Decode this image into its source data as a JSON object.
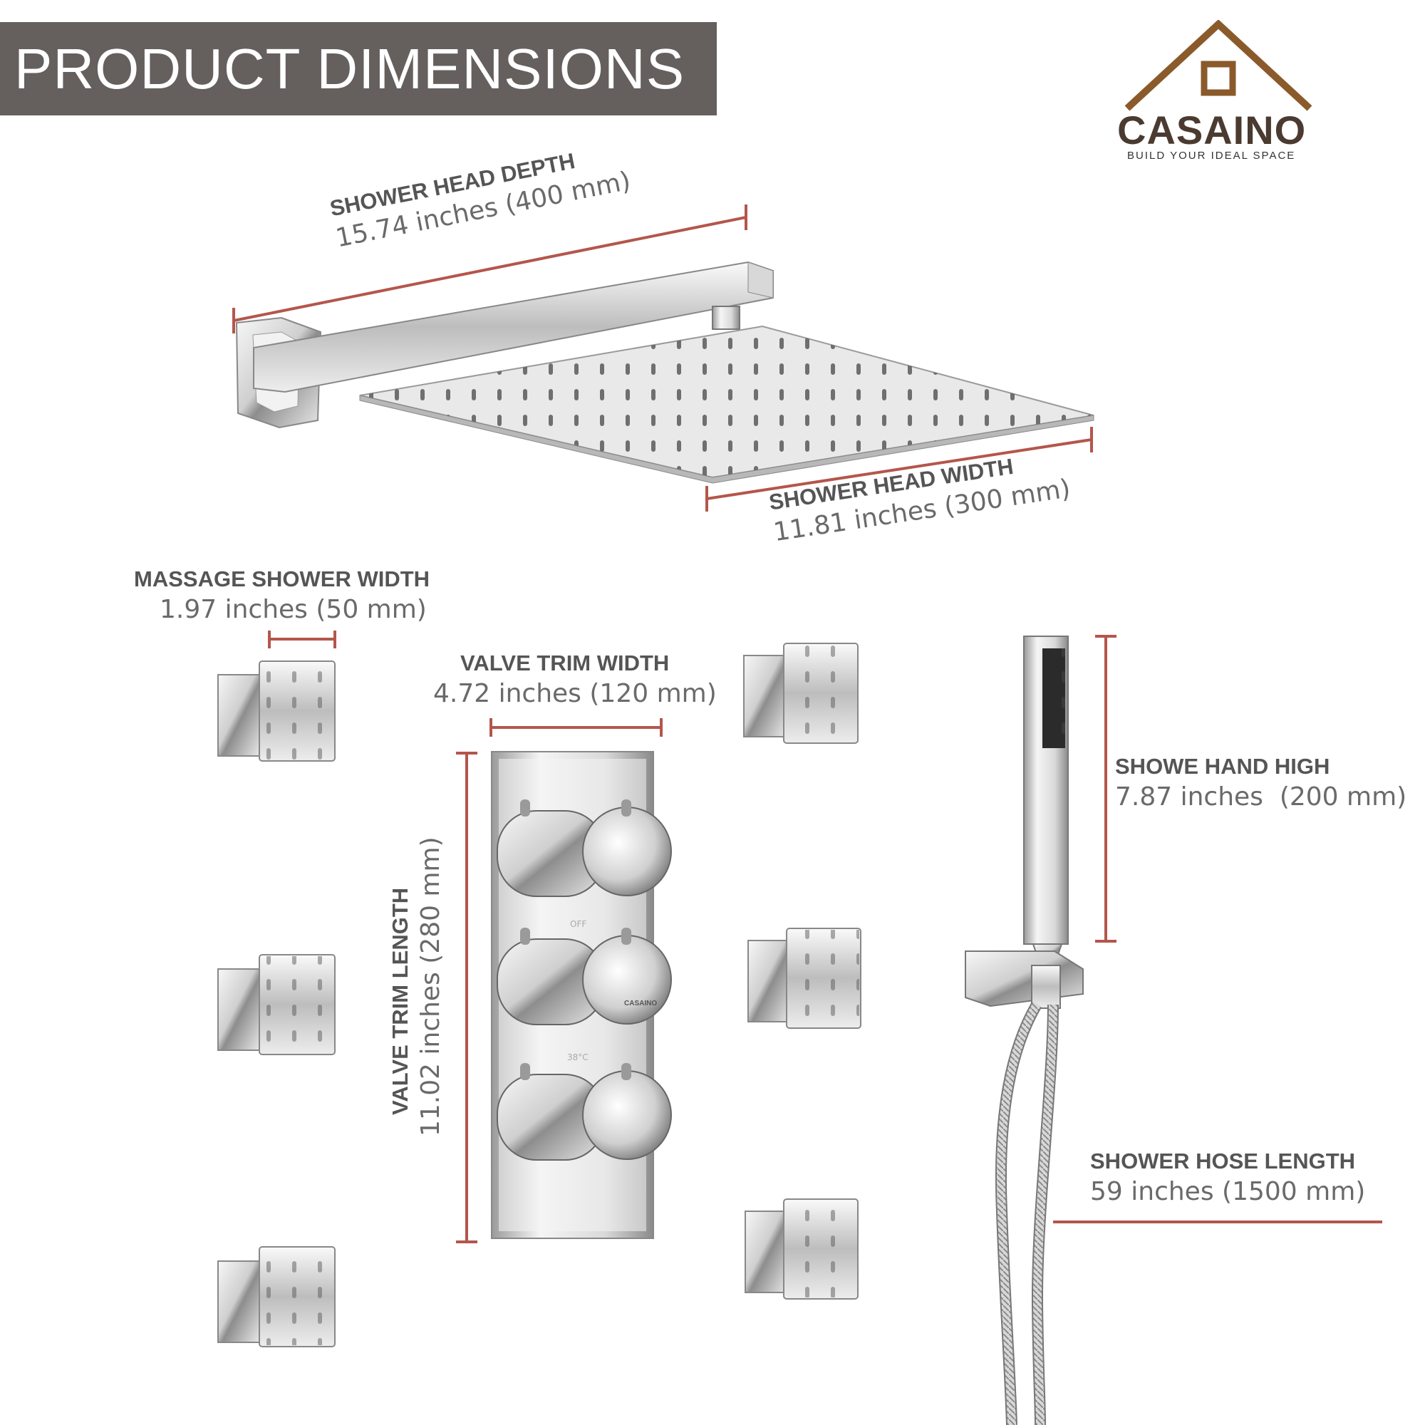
{
  "banner": {
    "title": "PRODUCT DIMENSIONS",
    "bg_color": "#655f5e",
    "text_color": "#ffffff"
  },
  "logo": {
    "name": "CASAINO",
    "tagline": "BUILD YOUR IDEAL SPACE",
    "brand_color": "#8b5a2b"
  },
  "dimension_line_color": "#b4564b",
  "dimensions": {
    "head_depth": {
      "label": "SHOWER HEAD DEPTH",
      "value": "15.74 inches (400 mm)"
    },
    "head_width": {
      "label": "SHOWER HEAD WIDTH",
      "value": "11.81 inches (300 mm)"
    },
    "massage_width": {
      "label": "MASSAGE SHOWER WIDTH",
      "value": "1.97 inches (50 mm)"
    },
    "valve_width": {
      "label": "VALVE TRIM WIDTH",
      "value": "4.72 inches (120 mm)"
    },
    "valve_length": {
      "label": "VALVE TRIM LENGTH",
      "value": "11.02 inches (280 mm)"
    },
    "hand_high": {
      "label": "SHOWE HAND HIGH",
      "value": "7.87 inches  (200 mm)"
    },
    "hose_length": {
      "label": "SHOWER HOSE LENGTH",
      "value": "59 inches (1500 mm)"
    }
  },
  "valve_markings": {
    "off_label": "OFF",
    "temp_label": "38°C",
    "logo_label": "CASAINO"
  }
}
